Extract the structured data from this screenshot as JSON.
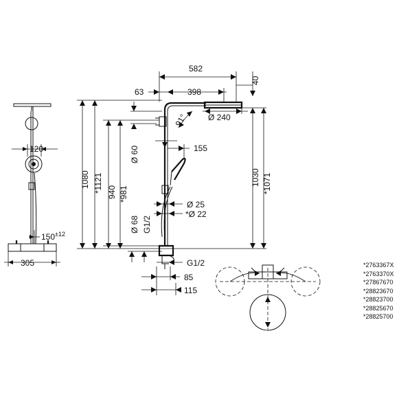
{
  "drawing": {
    "front_view": {
      "width_label": "305",
      "handshower_label": "120",
      "projection_label": "150",
      "projection_tolerance": "±12"
    },
    "side_view": {
      "heights": {
        "h1080": "1080",
        "h1121": "*1121",
        "h940": "940",
        "h981": "*981",
        "h1030": "1030",
        "h1071": "*1071"
      },
      "top": {
        "overall": "582",
        "arm": "398",
        "offset": "63",
        "head_thickness": "40",
        "head_diameter": "Ø 240",
        "angle": "91°"
      },
      "side": {
        "pipe_diameter": "Ø 60",
        "handshower": "155",
        "d25": "Ø 25",
        "d22": "*Ø 22",
        "d68": "Ø 68",
        "thread_upper": "G1/2",
        "thread_lower": "G1/2"
      },
      "bottom": {
        "b85": "85",
        "b115": "115"
      }
    },
    "article_numbers": [
      "*2763367X",
      "*2763370X",
      "*27867670",
      "*28823670",
      "*28823700",
      "*28825670",
      "*28825700"
    ]
  }
}
